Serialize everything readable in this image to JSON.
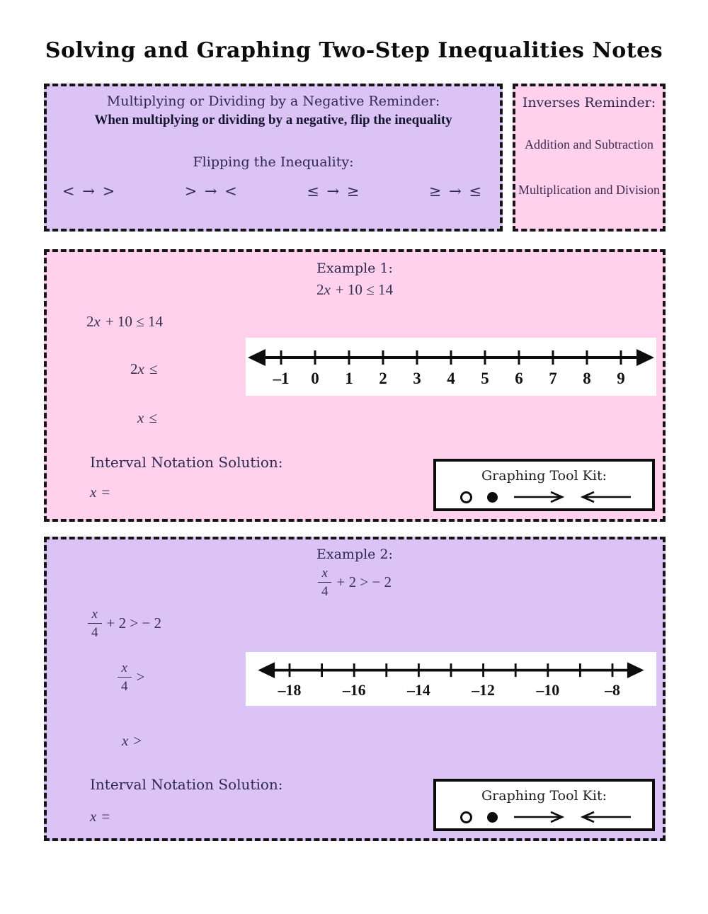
{
  "title": "Solving and Graphing Two-Step Inequalities Notes",
  "negative_reminder": {
    "heading": "Multiplying or Dividing by a Negative Reminder:",
    "rule": "When multiplying or dividing by a negative, flip the inequality",
    "flip_heading": "Flipping the Inequality:",
    "arrow": "→",
    "flips": [
      {
        "from": "<",
        "to": ">"
      },
      {
        "from": ">",
        "to": "<"
      },
      {
        "from": "≤",
        "to": "≥"
      },
      {
        "from": "≥",
        "to": "≤"
      }
    ]
  },
  "inverses_reminder": {
    "heading": "Inverses Reminder:",
    "items": [
      "Addition and Subtraction",
      "Multiplication and Division"
    ]
  },
  "example1": {
    "heading": "Example 1:",
    "problem": {
      "coef": "2",
      "var": "x",
      "rest": "+ 10 ≤ 14"
    },
    "step_full": {
      "coef": "2",
      "var": "x",
      "rest": "+ 10 ≤ 14"
    },
    "step_divide": {
      "coef": "2",
      "var": "x",
      "rest": "≤"
    },
    "step_x": {
      "var": "x",
      "rest": "≤"
    },
    "interval_heading": "Interval Notation Solution:",
    "answer": {
      "var": "x",
      "rest": "="
    },
    "number_line": {
      "min": -1,
      "max": 9,
      "tick_step": 1,
      "labels": [
        {
          "at": -1,
          "text": "–1"
        },
        {
          "at": 0,
          "text": "0"
        },
        {
          "at": 1,
          "text": "1"
        },
        {
          "at": 2,
          "text": "2"
        },
        {
          "at": 3,
          "text": "3"
        },
        {
          "at": 4,
          "text": "4"
        },
        {
          "at": 5,
          "text": "5"
        },
        {
          "at": 6,
          "text": "6"
        },
        {
          "at": 7,
          "text": "7"
        },
        {
          "at": 8,
          "text": "8"
        },
        {
          "at": 9,
          "text": "9"
        }
      ]
    },
    "toolkit_heading": "Graphing Tool Kit:"
  },
  "example2": {
    "heading": "Example 2:",
    "problem": {
      "num": "x",
      "den": "4",
      "rest": "+ 2 > − 2"
    },
    "step_full": {
      "num": "x",
      "den": "4",
      "rest": "+ 2 > − 2"
    },
    "step_divide": {
      "num": "x",
      "den": "4",
      "rest": ">"
    },
    "step_x": {
      "var": "x",
      "rest": ">"
    },
    "interval_heading": "Interval Notation Solution:",
    "answer": {
      "var": "x",
      "rest": "="
    },
    "number_line": {
      "min": -18,
      "max": -8,
      "tick_step": 1,
      "labels": [
        {
          "at": -18,
          "text": "–18"
        },
        {
          "at": -16,
          "text": "–16"
        },
        {
          "at": -14,
          "text": "–14"
        },
        {
          "at": -12,
          "text": "–12"
        },
        {
          "at": -10,
          "text": "–10"
        },
        {
          "at": -8,
          "text": "–8"
        }
      ]
    },
    "toolkit_heading": "Graphing Tool Kit:"
  }
}
